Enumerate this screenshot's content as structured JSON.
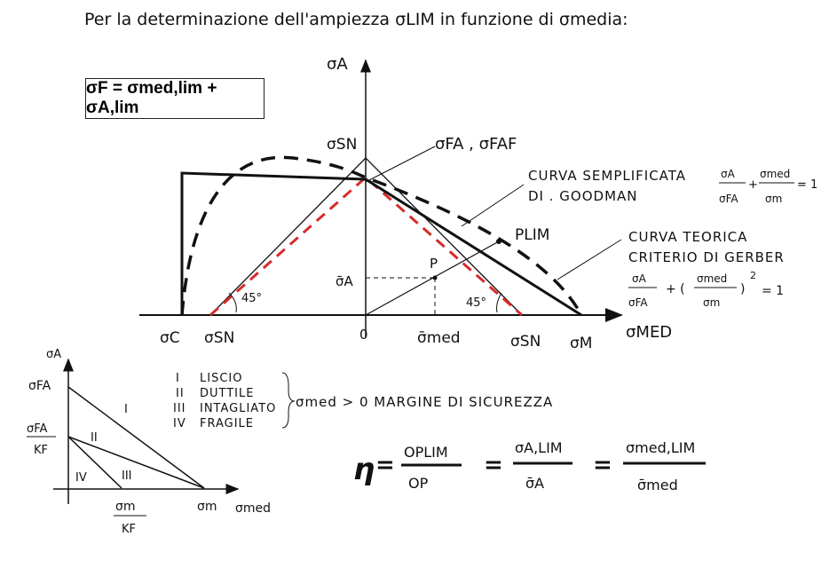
{
  "title": "Per la determinazione dell'ampiezza σLIM in funzione di σmedia:",
  "formula_box": "σF = σmed,lim + σA,lim",
  "main": {
    "y_axis": "σA",
    "x_axis": "σMED",
    "origin": "0",
    "sigma_sn_top": "σSN",
    "sigma_c": "σC",
    "sigma_sn_left": "σSN",
    "sigma_sn_right": "σSN",
    "sigma_m": "σM",
    "sigma_med_bar": "σ̄med",
    "sigma_a_bar": "σ̄A",
    "point_p": "P",
    "point_plim": "PLIM",
    "angle_left": "45°",
    "angle_right": "45°",
    "fa_label": "σFA , σFAF",
    "goodman_line1": "CURVA SEMPLIFICATA",
    "goodman_line2": "DI . GOODMAN",
    "goodman_formula": {
      "n1": "σA",
      "d1": "σFA",
      "n2": "σmed",
      "d2": "σm",
      "rhs": "= 1"
    },
    "gerber_line1": "CURVA TEORICA",
    "gerber_line2": "CRITERIO DI GERBER",
    "gerber_formula": {
      "n1": "σA",
      "d1": "σFA",
      "n2": "σmed",
      "d2": "σm",
      "exp": "2",
      "rhs": "= 1"
    }
  },
  "small": {
    "y_axis": "σA",
    "fa": "σFA",
    "fa_kf_n": "σFA",
    "fa_kf_d": "KF",
    "m_kf_n": "σm",
    "m_kf_d": "KF",
    "sigma_m": "σm",
    "x_axis": "σmed",
    "regions": [
      "I",
      "II",
      "III",
      "IV"
    ],
    "legend": [
      {
        "num": "I",
        "label": "LISCIO"
      },
      {
        "num": "II",
        "label": "DUTTILE"
      },
      {
        "num": "III",
        "label": "INTAGLIATO"
      },
      {
        "num": "IV",
        "label": "FRAGILE"
      }
    ],
    "condition": "σmed > 0  MARGINE DI SICUREZZA"
  },
  "eta": {
    "sym": "η",
    "f1n": "OPLIM",
    "f1d": "OP",
    "f2n": "σA,LIM",
    "f2d": "σ̄A",
    "f3n": "σmed,LIM",
    "f3d": "σ̄med",
    "eq": "="
  },
  "colors": {
    "ink": "#111111",
    "red": "#d62b2b"
  }
}
